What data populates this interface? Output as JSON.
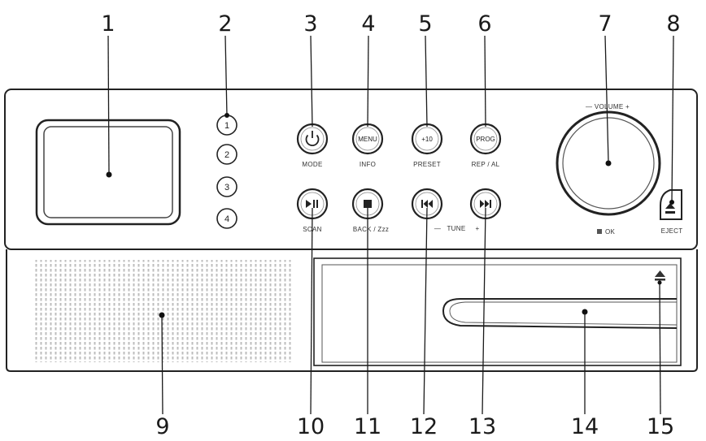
{
  "callouts": [
    "1",
    "2",
    "3",
    "4",
    "5",
    "6",
    "7",
    "8",
    "9",
    "10",
    "11",
    "12",
    "13",
    "14",
    "15"
  ],
  "presets": [
    "1",
    "2",
    "3",
    "4"
  ],
  "buttons": {
    "mode": {
      "top": "",
      "label": "MODE"
    },
    "menu": {
      "top": "MENU",
      "label": "INFO"
    },
    "preset": {
      "top": "+10",
      "label": "PRESET"
    },
    "prog": {
      "top": "PROG",
      "label": "REP / AL"
    },
    "scan": {
      "label": "SCAN"
    },
    "back": {
      "label": "BACK / Zzz"
    }
  },
  "tune": {
    "minus": "—",
    "label": "TUNE",
    "plus": "+"
  },
  "volume": {
    "label": "— VOLUME +",
    "ok": "OK"
  },
  "eject": {
    "label": "EJECT"
  },
  "icons": [
    "power-icon",
    "play-pause-icon",
    "stop-icon",
    "skip-back-icon",
    "skip-forward-icon",
    "eject-icon"
  ]
}
